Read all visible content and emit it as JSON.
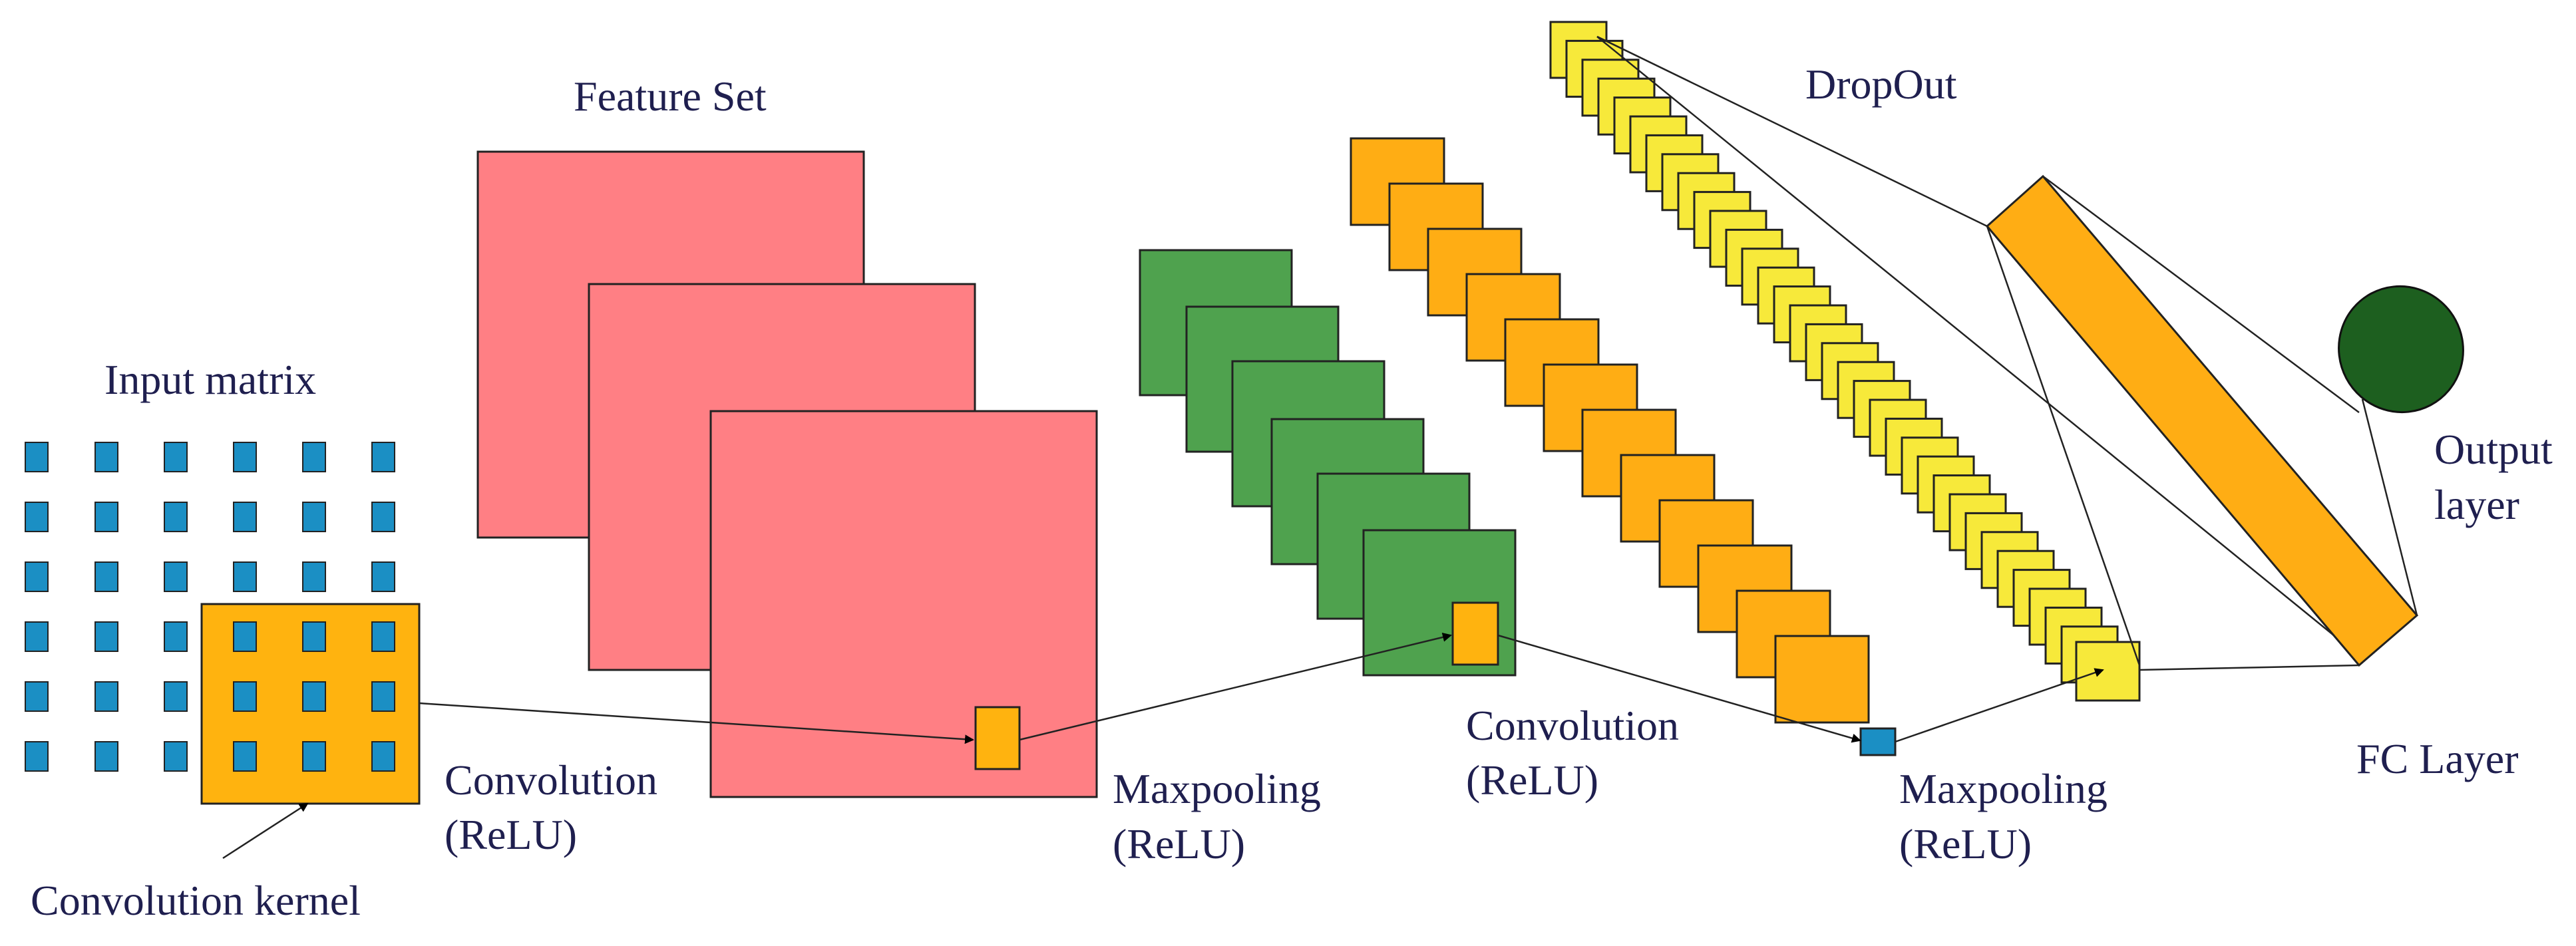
{
  "labels": {
    "feature_set": "Feature Set",
    "input_matrix": "Input matrix",
    "conv1_line1": "Convolution",
    "conv1_line2": "(ReLU)",
    "kernel": "Convolution kernel",
    "pool1_line1": "Maxpooling",
    "pool1_line2": "(ReLU)",
    "conv2_line1": "Convolution",
    "conv2_line2": "(ReLU)",
    "pool2_line1": "Maxpooling",
    "pool2_line2": "(ReLU)",
    "dropout": "DropOut",
    "output_line1": "Output",
    "output_line2": "layer",
    "fc": "FC Layer"
  },
  "colors": {
    "text": "#1f1f4f",
    "input_cell": "#1b8fc4",
    "kernel": "#ffb30f",
    "feature_map": "#ff7f84",
    "pool_map": "#4fa24e",
    "conv2_map": "#ffad14",
    "dropout_map": "#f7e93a",
    "fc_bar": "#ffad14",
    "output_node": "#1d5f1f",
    "pool2_cell": "#1b8fc4"
  }
}
